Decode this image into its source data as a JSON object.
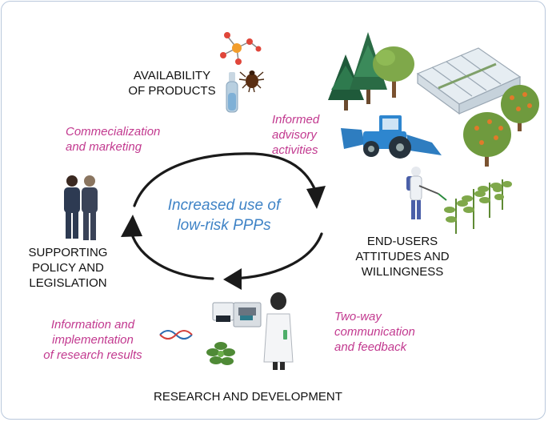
{
  "center_text": [
    "Increased use of",
    "low-risk PPPs"
  ],
  "nodes": {
    "availability": [
      "AVAILABILITY",
      "OF PRODUCTS"
    ],
    "end_users": [
      "END-USERS",
      "ATTITUDES AND",
      "WILLINGNESS"
    ],
    "research": [
      "RESEARCH AND DEVELOPMENT"
    ],
    "policy": [
      "SUPPORTING",
      "POLICY AND",
      "LEGISLATION"
    ]
  },
  "flows": {
    "commercialization": [
      "Commecialization",
      "and marketing"
    ],
    "advisory": [
      "Informed",
      "advisory",
      "activities"
    ],
    "two_way": [
      "Two-way",
      "communication",
      "and feedback"
    ],
    "information": [
      "Information and",
      "implementation",
      "of research results"
    ]
  },
  "colors": {
    "flow_text": "#c2398f",
    "center_text": "#3f83c6",
    "frame": "#b9c8dc"
  },
  "icons": [
    "chemical-molecule-icon",
    "tick-icon",
    "vial-icon",
    "conifer-tree-icon",
    "deciduous-tree-icon",
    "greenhouse-icon",
    "tractor-icon",
    "orchard-tree-icon",
    "sprayer-worker-icon",
    "crop-plants-icon",
    "lab-instrument-icon",
    "dna-icon",
    "leaf-rosette-icon",
    "scientist-icon",
    "business-people-icon"
  ]
}
